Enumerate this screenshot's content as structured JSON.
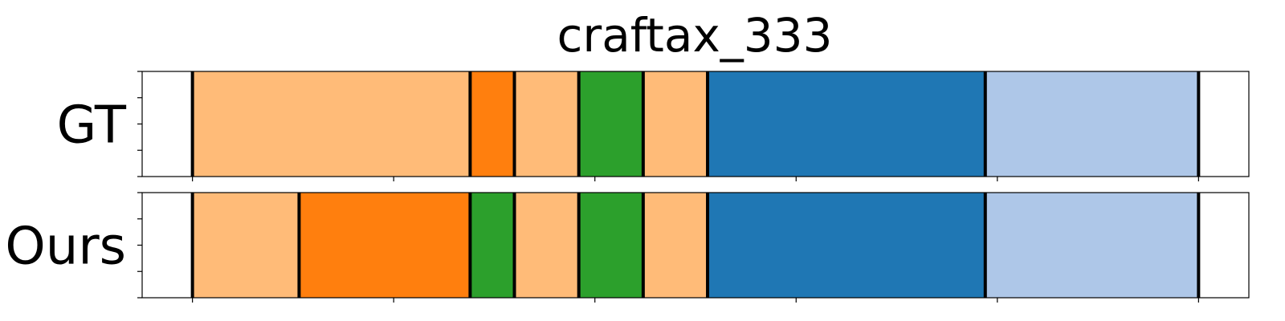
{
  "chart_data": {
    "type": "segmentation",
    "title": "craftax_333",
    "xlim": [
      0,
      550
    ],
    "x_ticks": [
      25,
      125,
      225,
      325,
      425,
      525
    ],
    "rows": [
      {
        "label": "GT",
        "segments": [
          {
            "start": 25,
            "end": 163,
            "color": "#ffbb78"
          },
          {
            "start": 163,
            "end": 185,
            "color": "#ff7f0e"
          },
          {
            "start": 185,
            "end": 217,
            "color": "#ffbb78"
          },
          {
            "start": 217,
            "end": 249,
            "color": "#2ca02c"
          },
          {
            "start": 249,
            "end": 281,
            "color": "#ffbb78"
          },
          {
            "start": 281,
            "end": 419,
            "color": "#1f77b4"
          },
          {
            "start": 419,
            "end": 525,
            "color": "#aec7e8"
          }
        ]
      },
      {
        "label": "Ours",
        "segments": [
          {
            "start": 25,
            "end": 78,
            "color": "#ffbb78"
          },
          {
            "start": 78,
            "end": 163,
            "color": "#ff7f0e"
          },
          {
            "start": 163,
            "end": 185,
            "color": "#2ca02c"
          },
          {
            "start": 185,
            "end": 217,
            "color": "#ffbb78"
          },
          {
            "start": 217,
            "end": 249,
            "color": "#2ca02c"
          },
          {
            "start": 249,
            "end": 281,
            "color": "#ffbb78"
          },
          {
            "start": 281,
            "end": 419,
            "color": "#1f77b4"
          },
          {
            "start": 419,
            "end": 525,
            "color": "#aec7e8"
          }
        ]
      }
    ]
  }
}
